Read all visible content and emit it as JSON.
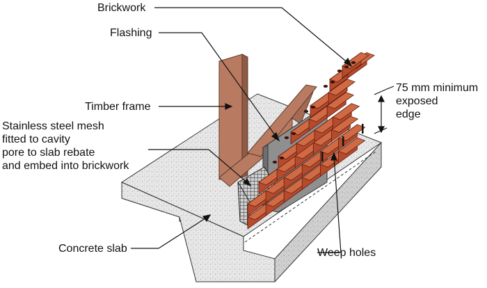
{
  "labels": {
    "brickwork": "Brickwork",
    "flashing": "Flashing",
    "timber_frame": "Timber frame",
    "steel_mesh": [
      "Stainless steel mesh",
      "fitted to cavity",
      "pore to slab rebate",
      "and embed into brickwork"
    ],
    "concrete_slab": "Concrete slab",
    "weep_holes": "Weep holes",
    "min_edge": [
      "75 mm minimum",
      "exposed",
      "edge"
    ]
  },
  "colors": {
    "brick": "#b84a2c",
    "brick_light": "#cf6a45",
    "timber": "#b97a62",
    "concrete": "#e6e6e6",
    "flashing": "#8f8f8f",
    "mesh": "#3a3a3a",
    "outline": "#222222"
  }
}
